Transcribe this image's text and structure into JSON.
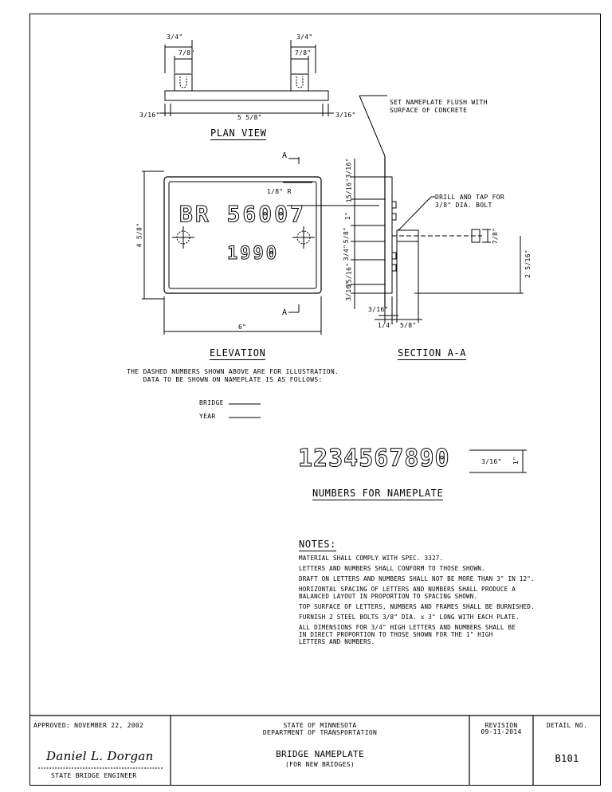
{
  "plan_view": {
    "title": "PLAN VIEW",
    "dim_top_left": "3/4\"",
    "dim_top_right": "3/4\"",
    "dim_slot_left": "7/8\"",
    "dim_slot_right": "7/8\"",
    "dim_left": "3/16\"",
    "dim_right": "3/16\"",
    "dim_length": "5 5/8\""
  },
  "elevation": {
    "title": "ELEVATION",
    "plate_text": "BR 56007",
    "year_text": "1990",
    "radius_label": "1/8\" R",
    "height_label": "4 5/8\"",
    "width_label": "6\"",
    "section_marker": "A"
  },
  "section": {
    "title": "SECTION A-A",
    "note_flush": "SET NAMEPLATE FLUSH WITH\nSURFACE OF CONCRETE",
    "note_drill": "DRILL AND TAP FOR\n3/8\" DIA. BOLT",
    "dims_vertical": [
      "3/16\"",
      "15/16\"",
      "1\"",
      "5/8\"",
      "3/4\"",
      "15/16\"",
      "3/16\""
    ],
    "dim_bolt": "7/8\"",
    "dim_right": "2 5/16\"",
    "dim_bottom_a": "3/16\"",
    "dim_bottom_b": "1/4\"",
    "dim_bottom_c": "5/8\""
  },
  "illustration_note": "THE DASHED NUMBERS SHOWN ABOVE ARE FOR ILLUSTRATION.\nDATA TO BE SHOWN ON NAMEPLATE IS AS FOLLOWS:",
  "fields": {
    "bridge_label": "BRIDGE",
    "year_label": "YEAR"
  },
  "numbers": {
    "digits": "1234567890",
    "dim_width": "3/16\"",
    "dim_height": "1\"",
    "caption": "NUMBERS FOR NAMEPLATE"
  },
  "notes": {
    "heading": "NOTES:",
    "items": [
      "MATERIAL SHALL COMPLY WITH SPEC. 3327.",
      "LETTERS AND NUMBERS SHALL CONFORM TO THOSE SHOWN.",
      "DRAFT ON LETTERS AND NUMBERS SHALL NOT BE MORE THAN 3\" IN 12\".",
      "HORIZONTAL SPACING OF LETTERS AND NUMBERS SHALL PRODUCE A\nBALANCED LAYOUT IN PROPORTION TO SPACING SHOWN.",
      "TOP SURFACE OF LETTERS, NUMBERS AND FRAMES SHALL BE BURNISHED.",
      "FURNISH 2 STEEL BOLTS 3/8\" DIA. x 3\" LONG WITH EACH PLATE.",
      "ALL DIMENSIONS FOR 3/4\" HIGH LETTERS AND NUMBERS SHALL BE\nIN DIRECT PROPORTION TO THOSE SHOWN FOR THE 1\" HIGH\nLETTERS AND NUMBERS."
    ]
  },
  "title_block": {
    "approved": "APPROVED: NOVEMBER 22, 2002",
    "signature": "Daniel L. Dorgan",
    "engineer": "STATE BRIDGE ENGINEER",
    "agency_1": "STATE OF MINNESOTA",
    "agency_2": "DEPARTMENT OF TRANSPORTATION",
    "drawing_title": "BRIDGE NAMEPLATE",
    "drawing_subtitle": "(FOR NEW BRIDGES)",
    "revision_label": "REVISION",
    "revision_date": "09-11-2014",
    "detail_label": "DETAIL NO.",
    "detail_no": "B101"
  }
}
